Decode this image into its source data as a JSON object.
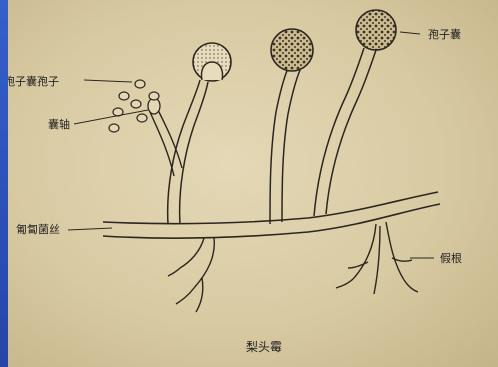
{
  "labels": {
    "sporangium": "孢子囊",
    "spores": "孢子囊孢子",
    "columella": "囊轴",
    "stolon": "匍匐菌丝",
    "rhizoid": "假根",
    "caption": "梨头霉"
  },
  "colors": {
    "background_blue": "#2a4fb8",
    "paper": "#dccfa8",
    "ink": "#2b2620"
  }
}
